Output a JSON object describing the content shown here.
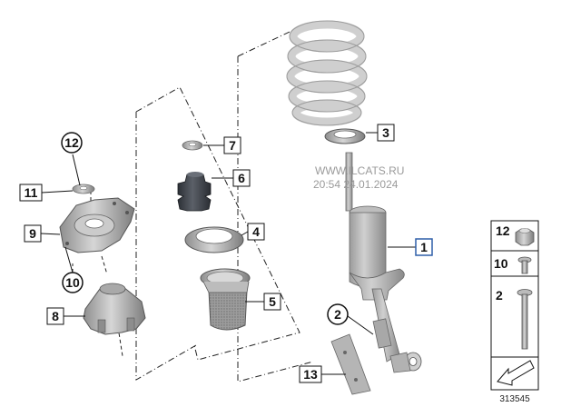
{
  "callouts": {
    "c1": "1",
    "c2": "2",
    "c3": "3",
    "c4": "4",
    "c5": "5",
    "c6": "6",
    "c7": "7",
    "c8": "8",
    "c9": "9",
    "c10": "10",
    "c11": "11",
    "c12": "12",
    "c13": "13"
  },
  "watermark": {
    "line1": "WWW.ILCATS.RU",
    "line2": "20:54 24.01.2024"
  },
  "legend": {
    "items": [
      "12",
      "10",
      "2"
    ]
  },
  "diagram_id": "313545",
  "colors": {
    "part_gray": "#b9b9b9",
    "part_dark": "#7a7a7a",
    "rubber": "#3a3e45",
    "highlight_frame": "#2f5fa8",
    "line": "#111111"
  }
}
